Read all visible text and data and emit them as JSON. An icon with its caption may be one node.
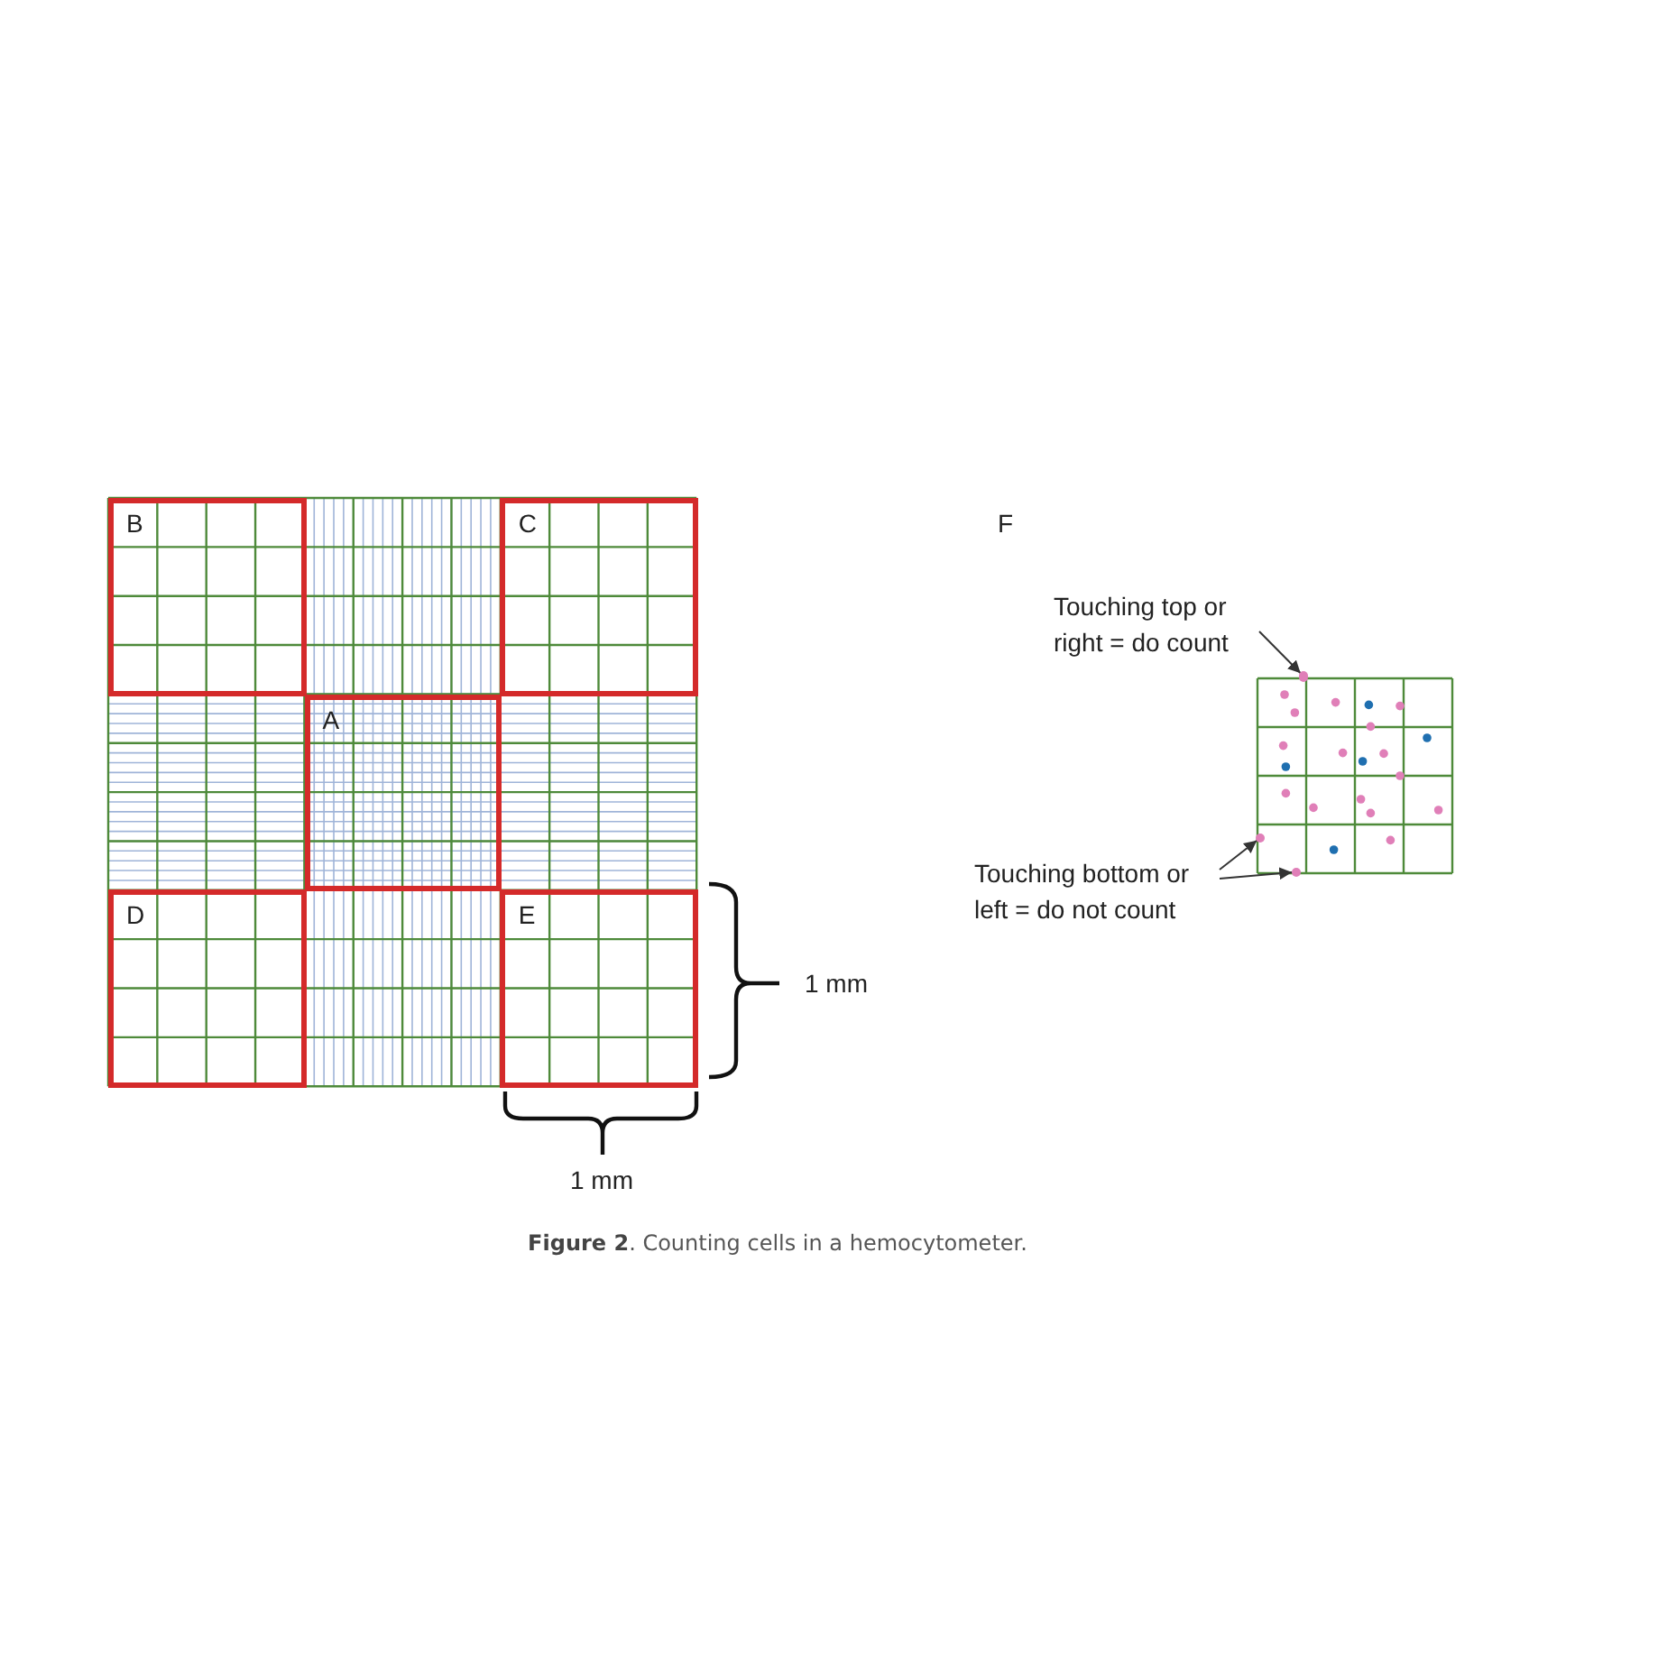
{
  "diagram": {
    "caption": "**Figure 2**. Counting cells in a hemocytometer.",
    "nodes": [
      {
        "text": [
          "B"
        ]
      },
      {
        "text": [
          "C"
        ]
      },
      {
        "text": [
          "A"
        ]
      },
      {
        "text": [
          "D"
        ]
      },
      {
        "text": [
          "E"
        ]
      },
      {
        "text": [
          "Touching top or right = do count"
        ]
      },
      {
        "text": [
          "Touching bottom or left = do not count"
        ]
      },
      {
        "text": [],
        "shape": "circle"
      },
      {
        "text": [],
        "shape": "circle"
      },
      {
        "text": [],
        "shape": "circle"
      }
    ],
    "edges": [
      {
        "from": 5,
        "to": 7,
        "arrow": "to"
      },
      {
        "from": 6,
        "to": 8,
        "arrow": "to"
      },
      {
        "from": 6,
        "to": 9,
        "arrow": "to"
      }
    ],
    "labels": [
      "F",
      "1 mm",
      "1 mm"
    ]
  }
}
